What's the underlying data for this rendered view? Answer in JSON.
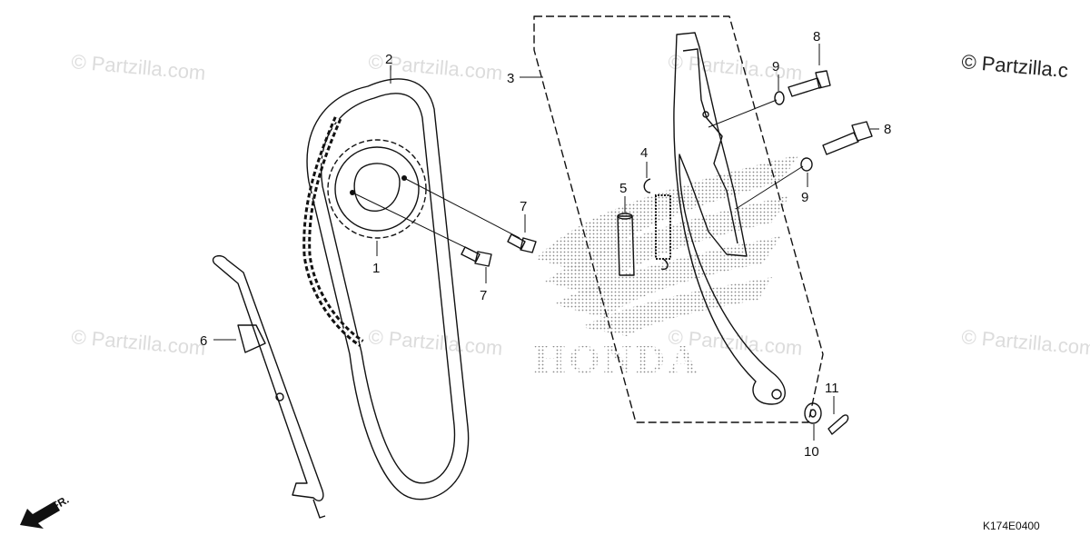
{
  "watermarks": {
    "faint": "© Partzilla.com",
    "corner": "© Partzilla.c"
  },
  "diagram_code": "K174E0400",
  "front_indicator": "FR.",
  "brand_background": "HONDA",
  "callouts": {
    "sprocket": "1",
    "cam_chain": "2",
    "tensioner_arm_group": "3",
    "spring": "4",
    "collar": "5",
    "chain_guide": "6",
    "sprocket_bolt_a": "7",
    "sprocket_bolt_b": "7",
    "arm_bolt_top": "8",
    "arm_bolt_mid": "8",
    "washer_top": "9",
    "washer_mid": "9",
    "washer_bottom": "10",
    "clip": "11"
  }
}
